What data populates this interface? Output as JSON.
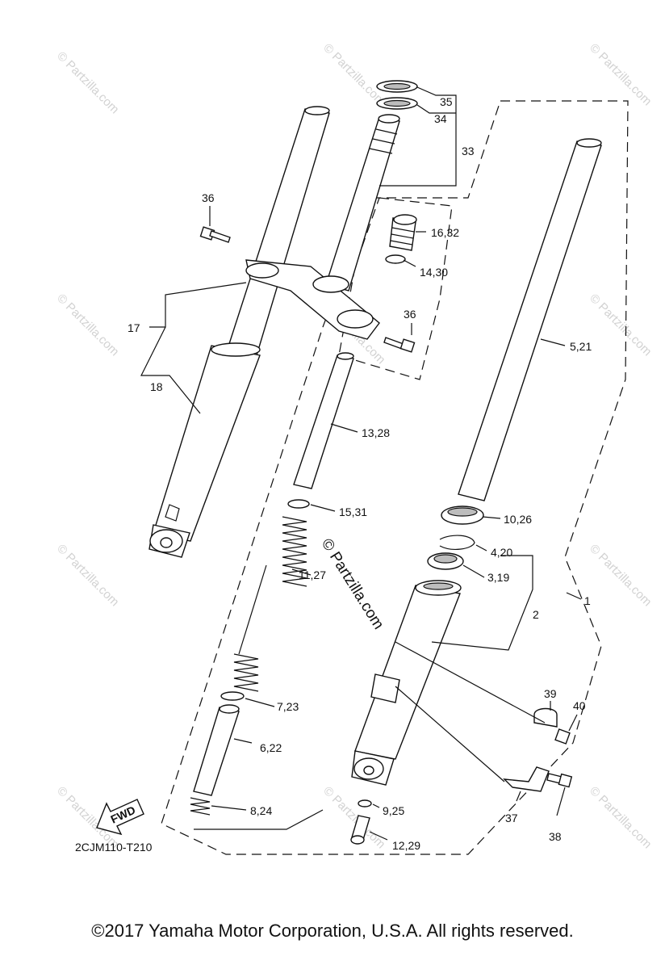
{
  "watermarks": {
    "small": "© Partzilla.com",
    "center": "© Partzilla.com"
  },
  "callouts": {
    "c35": "35",
    "c34": "34",
    "c33": "33",
    "c36a": "36",
    "c16_32": "16,32",
    "c14_30": "14,30",
    "c36b": "36",
    "c17": "17",
    "c18": "18",
    "c5_21": "5,21",
    "c13_28": "13,28",
    "c15_31": "15,31",
    "c10_26": "10,26",
    "c4_20": "4,20",
    "c3_19": "3,19",
    "c11_27": "11,27",
    "c1": "1",
    "c2": "2",
    "c7_23": "7,23",
    "c39": "39",
    "c40": "40",
    "c6_22": "6,22",
    "c8_24": "8,24",
    "c9_25": "9,25",
    "c37": "37",
    "c38": "38",
    "c12_29": "12,29"
  },
  "fwd_label": "FWD",
  "diagram_code": "2CJM110-T210",
  "copyright": "©2017  Yamaha Motor Corporation, U.S.A. All rights reserved."
}
